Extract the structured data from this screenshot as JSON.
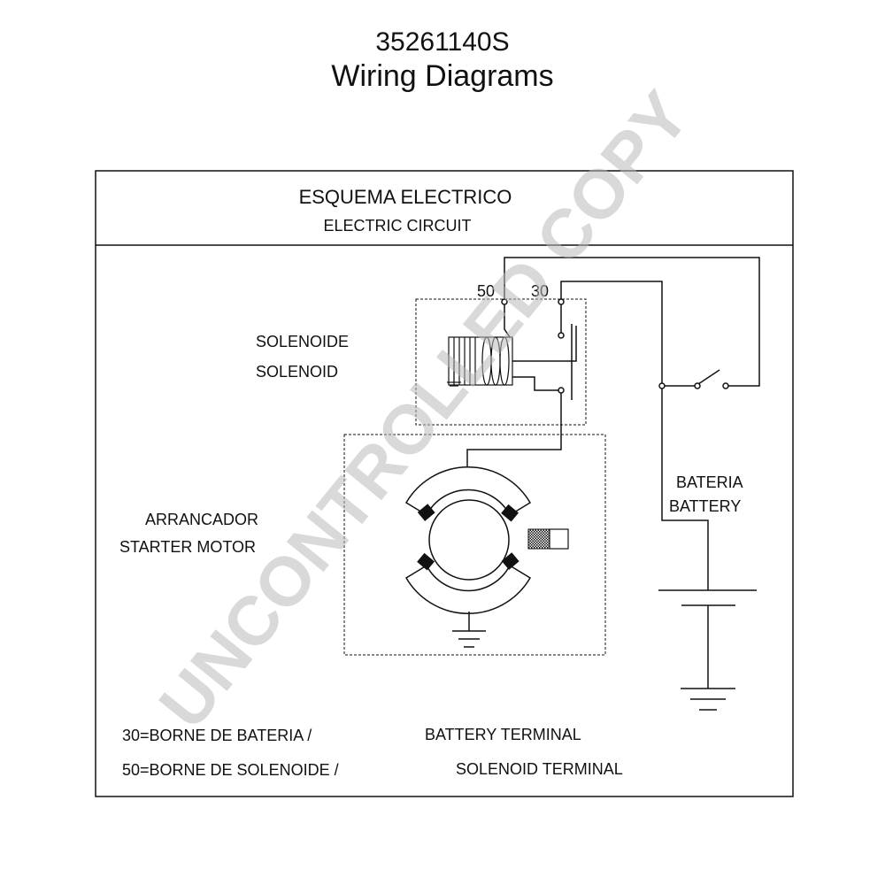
{
  "header": {
    "part_number": "35261140S",
    "title": "Wiring Diagrams"
  },
  "frame": {
    "title_es": "ESQUEMA ELECTRICO",
    "title_en": "ELECTRIC CIRCUIT"
  },
  "terminals": {
    "t50": "50",
    "t30": "30"
  },
  "components": {
    "solenoid_es": "SOLENOIDE",
    "solenoid_en": "SOLENOID",
    "starter_es": "ARRANCADOR",
    "starter_en": "STARTER MOTOR",
    "battery_es": "BATERIA",
    "battery_en": "BATTERY"
  },
  "legend": {
    "line1_es": "30=BORNE DE BATERIA /",
    "line1_en": "BATTERY TERMINAL",
    "line2_es": "50=BORNE DE SOLENOIDE /",
    "line2_en": "SOLENOID TERMINAL"
  },
  "watermark": "UNCONTROLLED COPY",
  "colors": {
    "line": "#111111",
    "watermark": "#b9b9b9"
  }
}
